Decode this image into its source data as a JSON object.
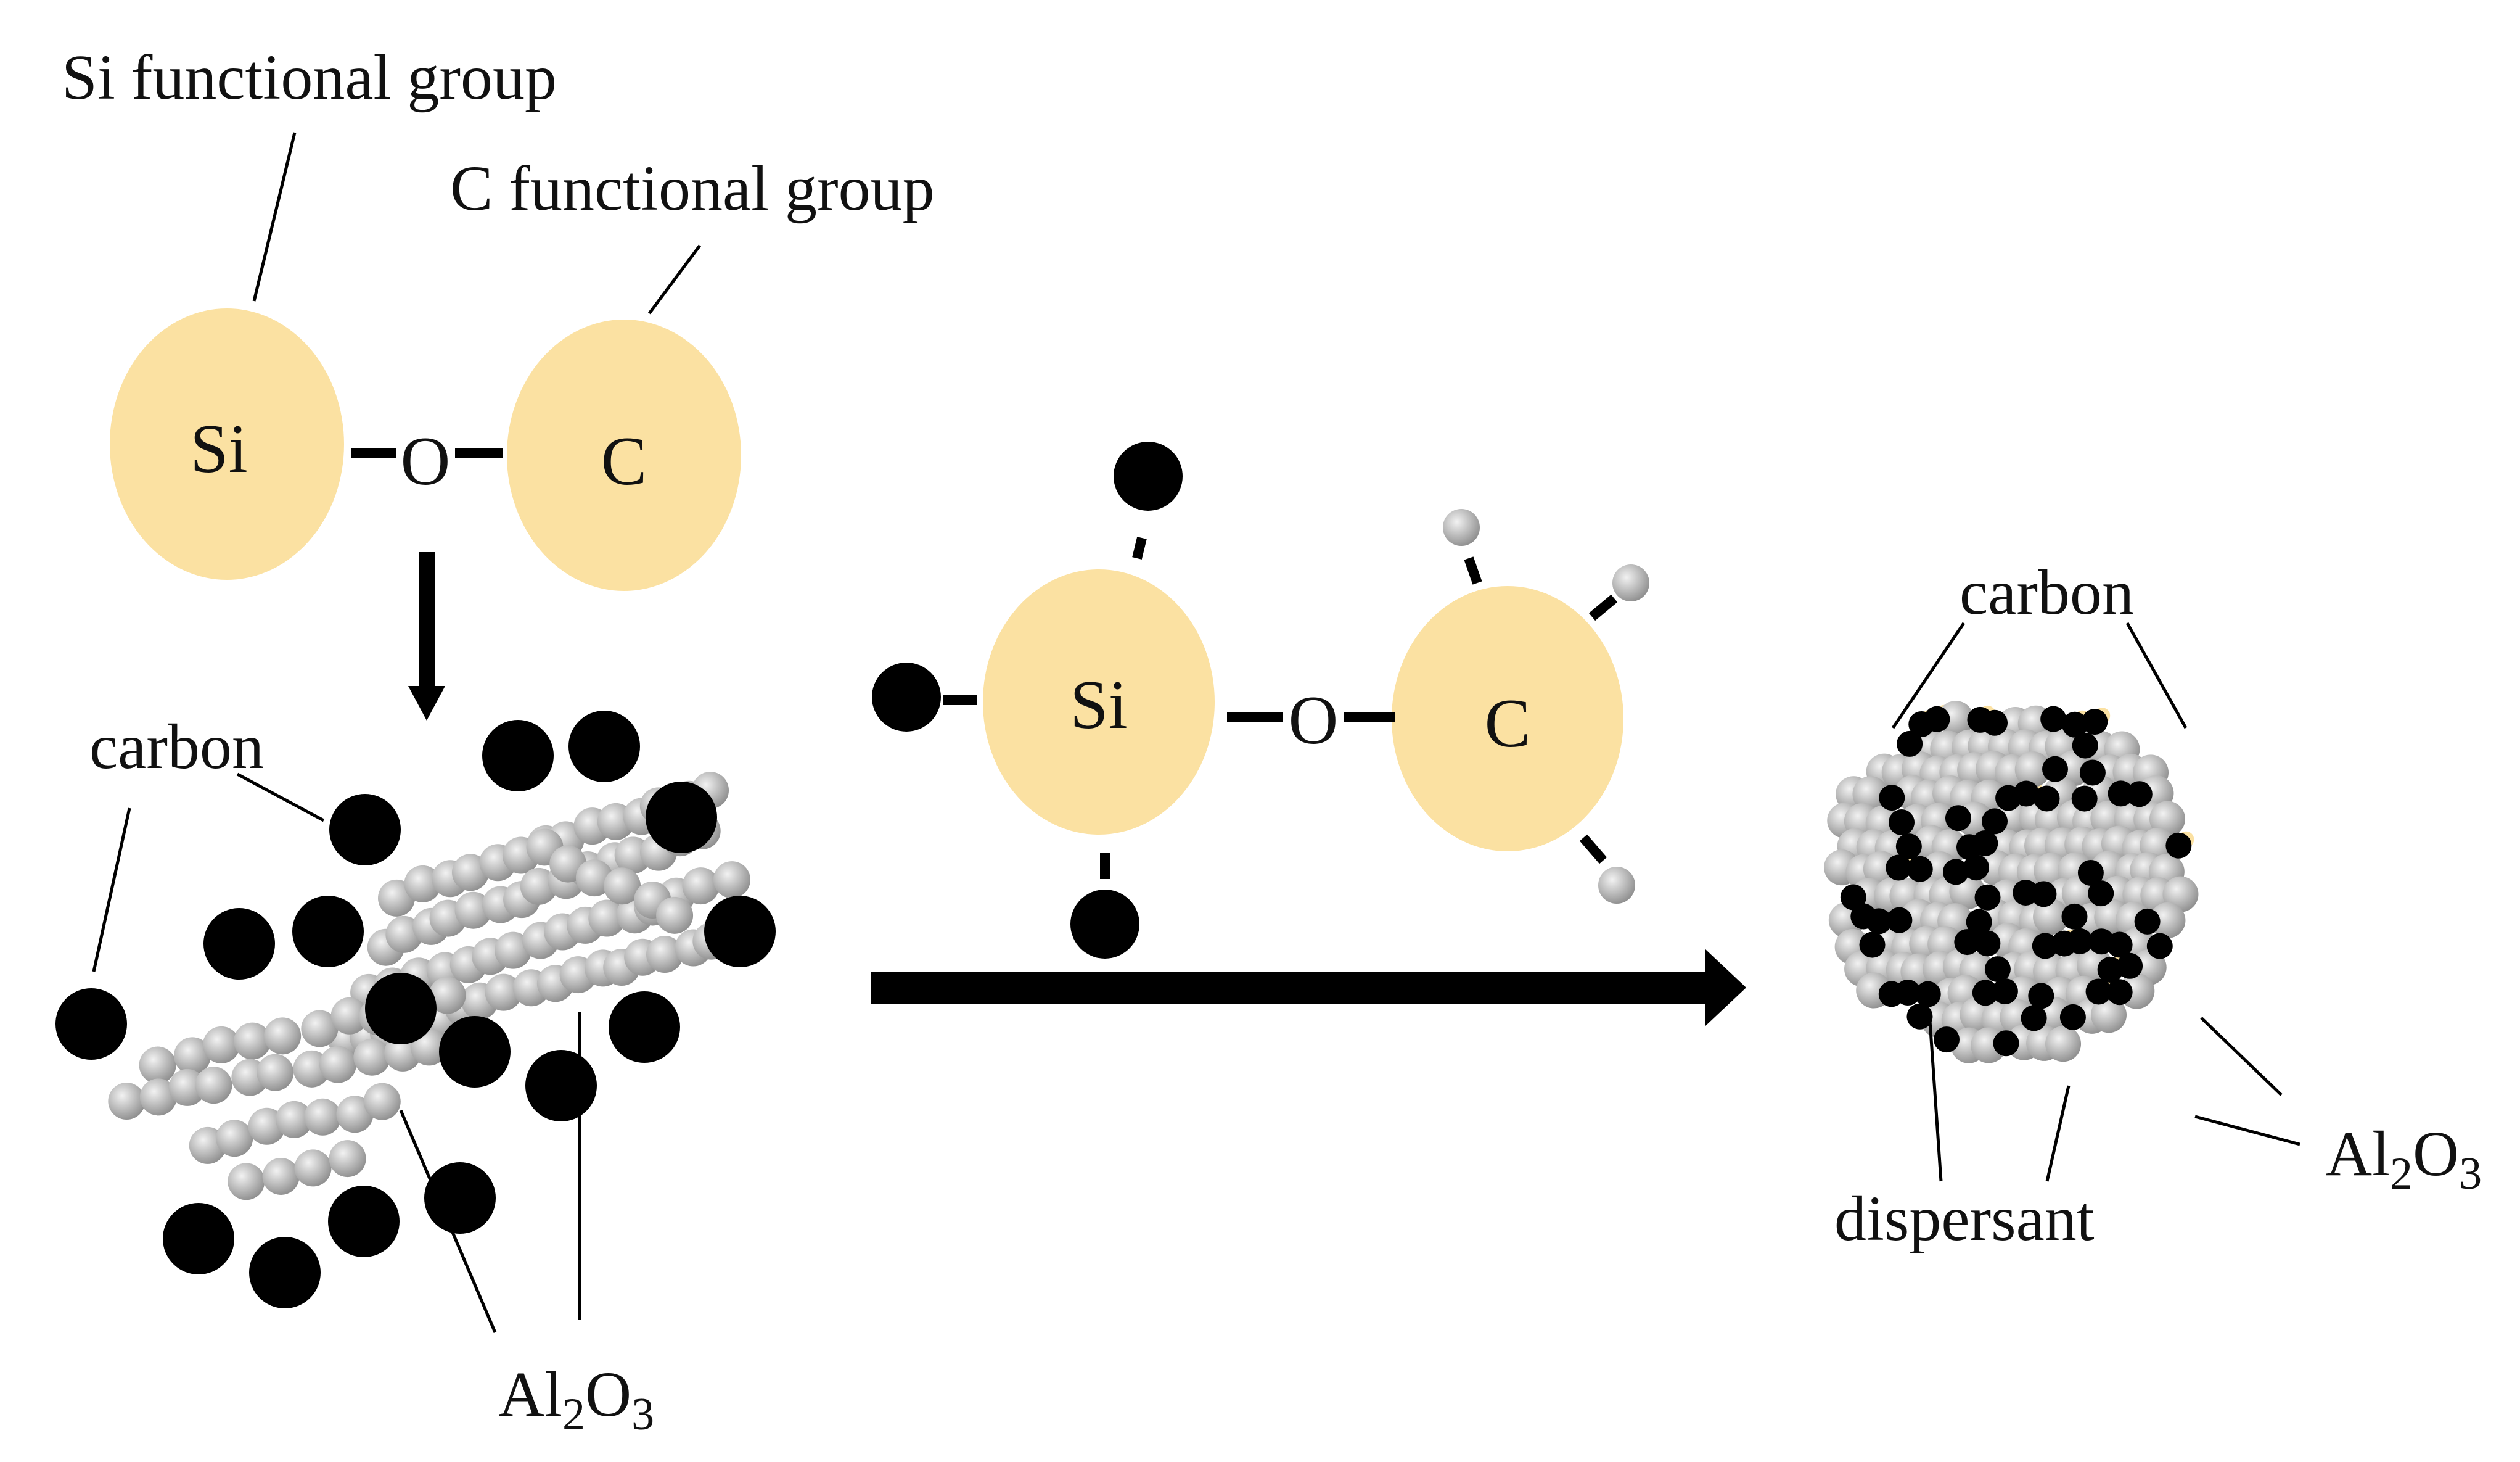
{
  "colors": {
    "group_fill": "#FBE1A2",
    "carbon": "#000000",
    "al2o3_light": "#F2F2F2",
    "al2o3_dark": "#8C8C8C",
    "dispersant": "#FBE1A2",
    "line": "#000000"
  },
  "labels": {
    "si_functional_group": "Si functional group",
    "c_functional_group": "C functional group",
    "si": "Si",
    "c": "C",
    "o": "O",
    "carbon": "carbon",
    "dispersant": "dispersant",
    "al2o3": {
      "al": "Al",
      "sub2": "2",
      "o": "O",
      "sub3": "3"
    }
  },
  "icons": {
    "down_arrow": "arrow-down-icon",
    "right_arrow": "arrow-right-icon"
  }
}
